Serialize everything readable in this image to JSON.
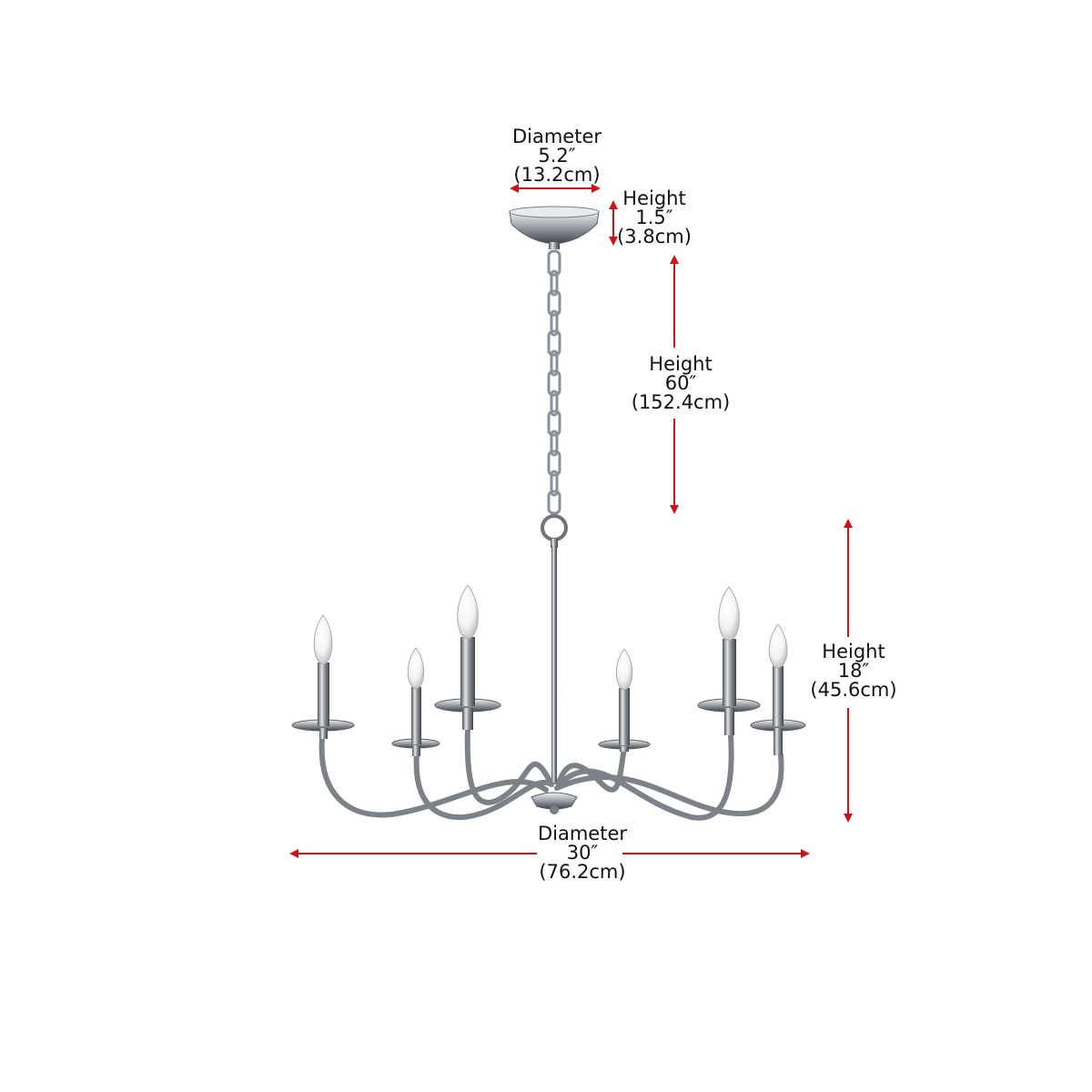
{
  "dimensions": {
    "canopy_diameter": {
      "label": "Diameter",
      "imperial": "5.2″",
      "metric": "(13.2cm)"
    },
    "canopy_height": {
      "label": "Height",
      "imperial": "1.5″",
      "metric": "(3.8cm)"
    },
    "chain_height": {
      "label": "Height",
      "imperial": "60″",
      "metric": "(152.4cm)"
    },
    "body_height": {
      "label": "Height",
      "imperial": "18″",
      "metric": "(45.6cm)"
    },
    "body_diameter": {
      "label": "Diameter",
      "imperial": "30″",
      "metric": "(76.2cm)"
    }
  },
  "colors": {
    "dimension_arrow": "#c8141a",
    "text": "#111111",
    "metal": "#9a9ea4",
    "metal_dark": "#4d5258"
  }
}
